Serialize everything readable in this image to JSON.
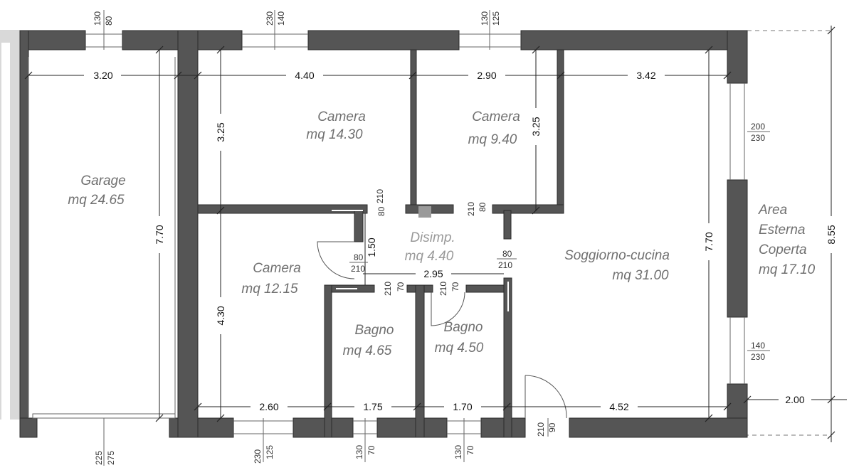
{
  "rooms": {
    "garage": {
      "name": "Garage",
      "area": "mq 24.65"
    },
    "camera1": {
      "name": "Camera",
      "area": "mq 14.30"
    },
    "camera2": {
      "name": "Camera",
      "area": "mq 9.40"
    },
    "camera3": {
      "name": "Camera",
      "area": "mq 12.15"
    },
    "disimpegno": {
      "name": "Disimp.",
      "area": "mq 4.40"
    },
    "bagno1": {
      "name": "Bagno",
      "area": "mq 4.65"
    },
    "bagno2": {
      "name": "Bagno",
      "area": "mq 4.50"
    },
    "soggiorno": {
      "name": "Soggiorno-cucina",
      "area": "mq 31.00"
    },
    "esterna": {
      "line1": "Area",
      "line2": "Esterna",
      "line3": "Coperta",
      "area": "mq 17.10"
    }
  },
  "dimensions": {
    "garage_width": "3.20",
    "camera1_width": "4.40",
    "camera2_width": "2.90",
    "soggiorno_width": "3.42",
    "camera1_depth": "3.25",
    "camera2_depth": "3.25",
    "garage_depth": "7.70",
    "soggiorno_depth": "7.70",
    "total_depth": "8.55",
    "camera3_depth": "4.30",
    "disimp_depth": "1.50",
    "disimp_width": "2.95",
    "bottom_1": "2.60",
    "bottom_2": "1.75",
    "bottom_3": "1.70",
    "bottom_4": "4.52",
    "esterna_width": "2.00"
  },
  "openings": {
    "top_garage": {
      "a": "80",
      "b": "130"
    },
    "top_camera1": {
      "a": "140",
      "b": "230"
    },
    "top_camera2": {
      "a": "125",
      "b": "130"
    },
    "right_upper": {
      "a": "200",
      "b": "230"
    },
    "right_lower": {
      "a": "140",
      "b": "230"
    },
    "door_disimp_left": {
      "a": "80",
      "b": "210"
    },
    "door_disimp_right": {
      "a": "80",
      "b": "210"
    },
    "door_camera3": {
      "a": "80",
      "b": "210"
    },
    "door_soggiorno": {
      "a": "80",
      "b": "210"
    },
    "door_bagno1": {
      "a": "70",
      "b": "210"
    },
    "door_bagno2": {
      "a": "70",
      "b": "210"
    },
    "bottom_garage": {
      "a": "275",
      "b": "225"
    },
    "bottom_camera3": {
      "a": "125",
      "b": "230"
    },
    "bottom_bagno1": {
      "a": "70",
      "b": "130"
    },
    "bottom_bagno2": {
      "a": "70",
      "b": "130"
    },
    "entrance": {
      "a": "90",
      "b": "210"
    }
  }
}
